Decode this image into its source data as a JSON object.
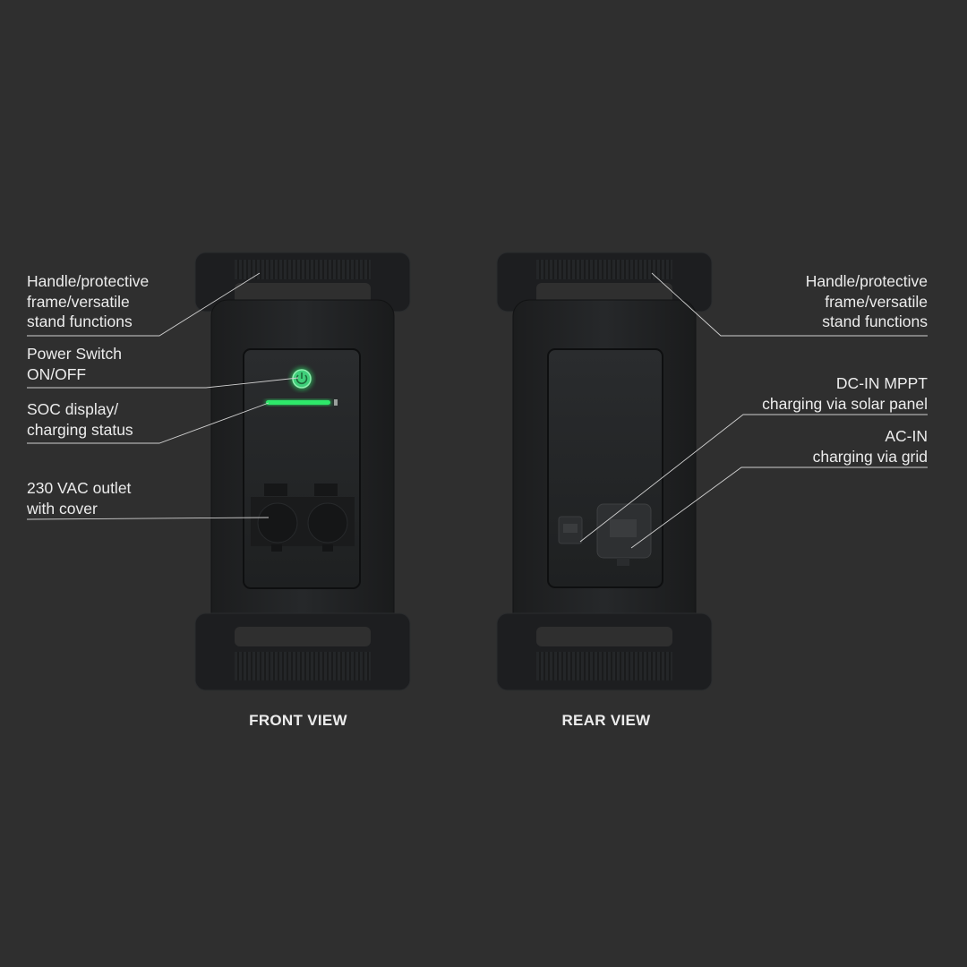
{
  "front": {
    "caption": "FRONT VIEW",
    "labels": {
      "handle": [
        "Handle/protective",
        "frame/versatile",
        "stand functions"
      ],
      "power_switch": [
        "Power Switch",
        "ON/OFF"
      ],
      "soc": [
        "SOC display/",
        "charging status"
      ],
      "outlet": [
        "230 VAC outlet",
        "with cover"
      ]
    }
  },
  "rear": {
    "caption": "REAR VIEW",
    "labels": {
      "handle": [
        "Handle/protective",
        "frame/versatile",
        "stand functions"
      ],
      "dc_in": [
        "DC-IN MPPT",
        "charging via solar panel"
      ],
      "ac_in": [
        "AC-IN",
        "charging via grid"
      ]
    }
  },
  "colors": {
    "background": "#2f2f2f",
    "led_green": "#2ee86a",
    "text": "#ececec"
  },
  "soc_level": 0.95
}
